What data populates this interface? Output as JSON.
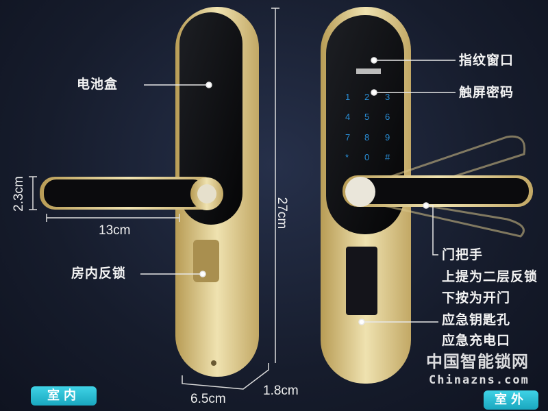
{
  "left_lock": {
    "labels": {
      "battery_box": "电池盒",
      "indoor_lock": "房内反锁"
    },
    "dimensions": {
      "handle_height": "2.3cm",
      "handle_length": "13cm",
      "body_height": "27cm",
      "body_width": "6.5cm",
      "body_depth": "1.8cm"
    },
    "badge": "室内"
  },
  "right_lock": {
    "labels": {
      "fingerprint": "指纹窗口",
      "touch_password": "触屏密码",
      "handle": "门把手",
      "handle_up": "上提为二层反锁",
      "handle_down": "下按为开门",
      "emergency_keyhole": "应急钥匙孔",
      "emergency_charge": "应急充电口"
    },
    "keypad": [
      "1",
      "2",
      "3",
      "4",
      "5",
      "6",
      "7",
      "8",
      "9",
      "*",
      "0",
      "#"
    ],
    "badge": "室外"
  },
  "watermark": {
    "title": "中国智能锁网",
    "url": "Chinazns.com"
  },
  "colors": {
    "gold": "#d8c58a",
    "badge": "#27b9cf",
    "keypad": "#2a8fd8"
  }
}
